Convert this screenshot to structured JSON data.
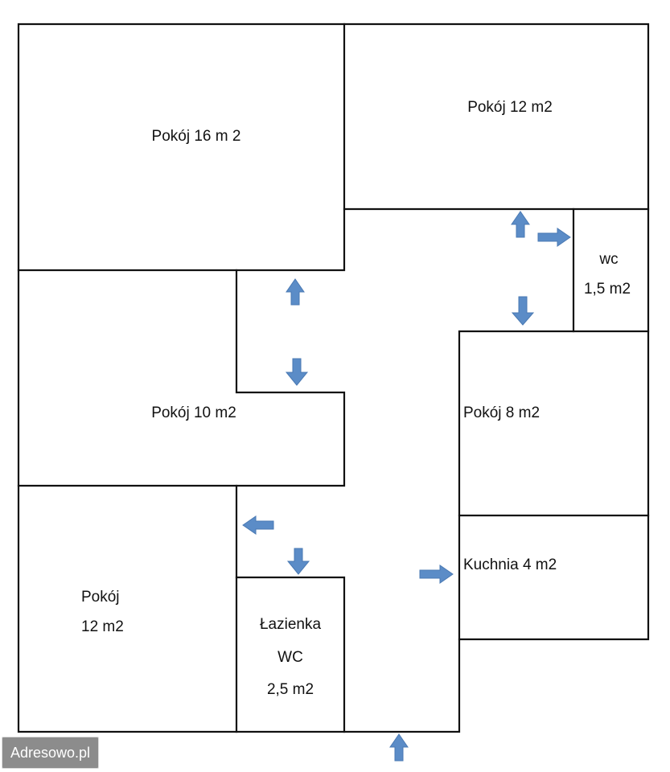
{
  "plan": {
    "rooms": [
      {
        "id": "room-top-left",
        "lines": [
          "Pokój 16 m 2"
        ]
      },
      {
        "id": "room-top-right",
        "lines": [
          "Pokój 12 m2"
        ]
      },
      {
        "id": "wc-small",
        "lines": [
          "wc",
          "1,5 m2"
        ]
      },
      {
        "id": "room-middle-left",
        "lines": [
          "Pokój 10 m2"
        ]
      },
      {
        "id": "room-right",
        "lines": [
          "Pokój 8 m2"
        ]
      },
      {
        "id": "kitchen",
        "lines": [
          "Kuchnia 4 m2"
        ]
      },
      {
        "id": "room-bottom-left",
        "lines": [
          "Pokój",
          "12 m2"
        ]
      },
      {
        "id": "bathroom",
        "lines": [
          "Łazienka",
          "WC",
          "2,5 m2"
        ]
      }
    ],
    "arrows": [
      {
        "name": "door-arrow-top-right-room",
        "direction": "up"
      },
      {
        "name": "door-arrow-wc",
        "direction": "right"
      },
      {
        "name": "door-arrow-room-8",
        "direction": "down"
      },
      {
        "name": "door-arrow-room-16",
        "direction": "up"
      },
      {
        "name": "door-arrow-room-10",
        "direction": "down"
      },
      {
        "name": "door-arrow-room-12-bottom",
        "direction": "left"
      },
      {
        "name": "door-arrow-bathroom",
        "direction": "down"
      },
      {
        "name": "door-arrow-kitchen",
        "direction": "right"
      },
      {
        "name": "entrance-arrow",
        "direction": "up"
      }
    ],
    "arrow_color": "#5b8cc7",
    "wall_color": "#111111"
  },
  "watermark": {
    "text": "Adresowo.pl"
  }
}
